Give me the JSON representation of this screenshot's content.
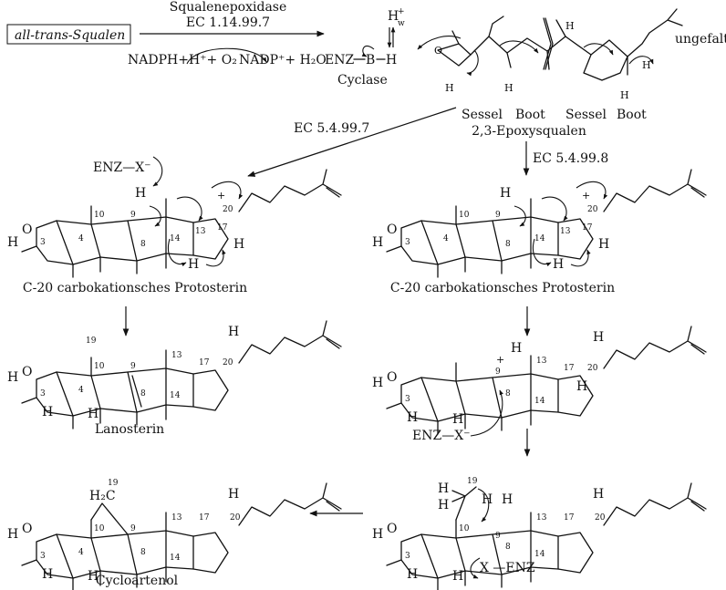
{
  "top": {
    "start_compound": "all-trans-Squalen",
    "enzyme1_name": "Squalenepoxidase",
    "enzyme1_ec": "EC 1.14.99.7",
    "cofactor_in": "NADPH+H⁺+ O₂",
    "cofactor_out": "NADP⁺+ H₂O",
    "cyclase_label": "Cyclase",
    "enz": "ENZ",
    "b": "B",
    "h": "H",
    "hw": "H",
    "hw_sup": "+",
    "hw_sub": "w",
    "ungefaltet": "ungefaltet",
    "conformations": [
      "Sessel",
      "Boot",
      "Sessel",
      "Boot"
    ],
    "epoxy_name": "2,3-Epoxysqualen",
    "o": "O"
  },
  "mid": {
    "ec_left": "EC 5.4.99.7",
    "ec_right": "EC 5.4.99.8",
    "enz_x": "ENZ—X⁻",
    "proto_label": "C-20 carbokationsches Protosterin",
    "atom_numbers": [
      "10",
      "9",
      "13",
      "17",
      "20",
      "3",
      "4",
      "8",
      "14"
    ],
    "plus": "+"
  },
  "bottom": {
    "lanosterin": "Lanosterin",
    "cycloartenol": "Cycloartenol",
    "enz_x": "ENZ—X⁻",
    "x_enz": "X —ENZ",
    "h2c": "H₂C",
    "h3c": "H",
    "n19": "19",
    "ho": "H",
    "o": "O"
  }
}
